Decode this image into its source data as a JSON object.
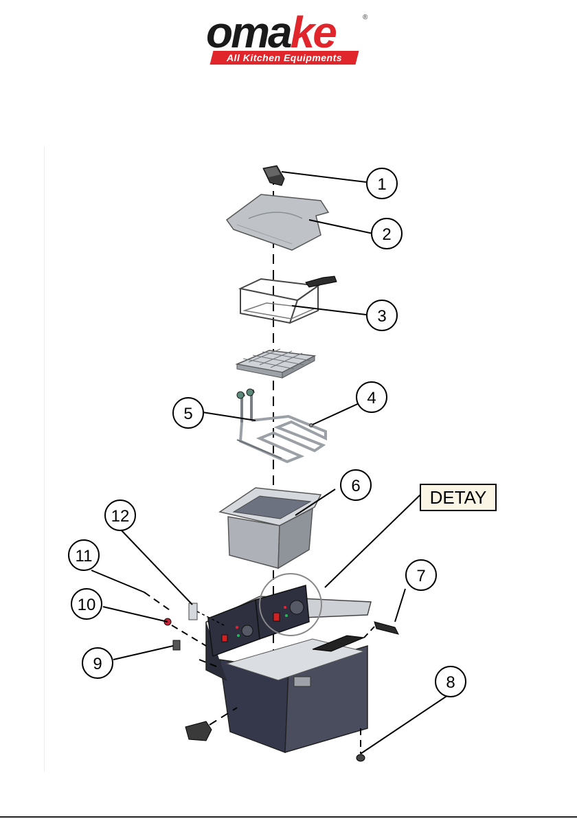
{
  "logo": {
    "word_main": "oma",
    "word_accent": "ke",
    "registered": "®",
    "tagline": "All Kitchen Equipments"
  },
  "detail_label": "DETAY",
  "callouts": [
    {
      "id": "c1",
      "label": "1"
    },
    {
      "id": "c2",
      "label": "2"
    },
    {
      "id": "c3",
      "label": "3"
    },
    {
      "id": "c4",
      "label": "4"
    },
    {
      "id": "c5",
      "label": "5"
    },
    {
      "id": "c6",
      "label": "6"
    },
    {
      "id": "c7",
      "label": "7"
    },
    {
      "id": "c8",
      "label": "8"
    },
    {
      "id": "c9",
      "label": "9"
    },
    {
      "id": "c10",
      "label": "10"
    },
    {
      "id": "c11",
      "label": "11"
    },
    {
      "id": "c12",
      "label": "12"
    }
  ],
  "colors": {
    "brand_red": "#e0262b",
    "brand_dark": "#1a1a1a",
    "steel": "#aeb2b8",
    "body_dark": "#2e2f3d",
    "detay_bg": "#fbf5e6"
  }
}
